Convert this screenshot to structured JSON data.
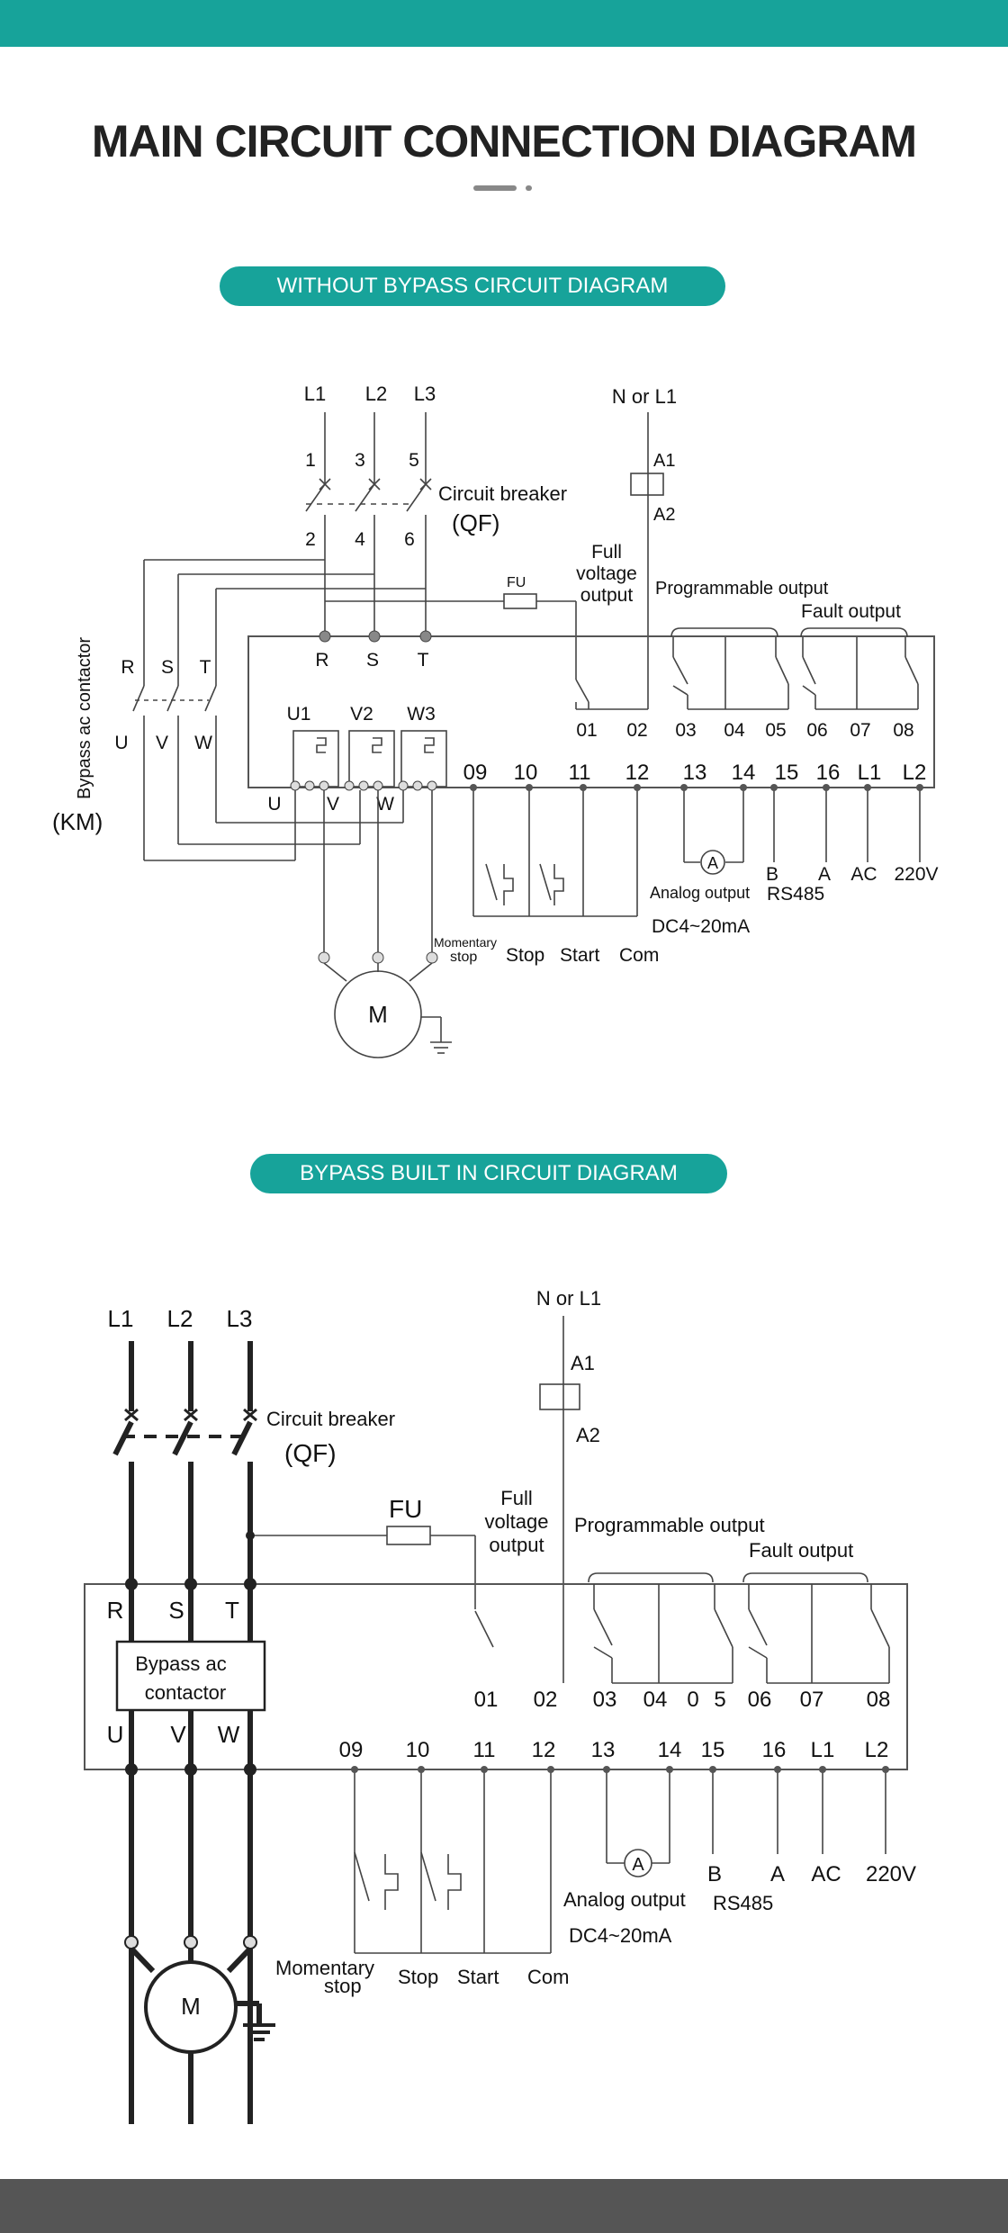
{
  "page": {
    "title": "MAIN CIRCUIT CONNECTION DIAGRAM",
    "colors": {
      "accent": "#17a39a",
      "footer": "#555555",
      "title": "#222222"
    }
  },
  "diagram1": {
    "heading": "WITHOUT BYPASS CIRCUIT DIAGRAM",
    "supply": [
      "L1",
      "L2",
      "L3"
    ],
    "breaker_terminals_top": [
      "1",
      "3",
      "5"
    ],
    "breaker_terminals_bottom": [
      "2",
      "4",
      "6"
    ],
    "breaker_label": "Circuit breaker",
    "breaker_code": "(QF)",
    "coil_supply": "N or L1",
    "coil_a1": "A1",
    "coil_a2": "A2",
    "fuse": "FU",
    "full_voltage": [
      "Full",
      "voltage",
      "output"
    ],
    "programmable": "Programmable output",
    "fault": "Fault output",
    "input_terminals": [
      "R",
      "S",
      "T"
    ],
    "output_terminals": [
      "U1",
      "V2",
      "W3"
    ],
    "motor_terminals": [
      "U",
      "V",
      "W"
    ],
    "bypass_terminals_top": [
      "R",
      "S",
      "T"
    ],
    "bypass_terminals_bottom": [
      "U",
      "V",
      "W"
    ],
    "bypass_label": "Bypass ac contactor",
    "bypass_code": "(KM)",
    "relay_terminals": [
      "01",
      "02",
      "03",
      "04",
      "05",
      "06",
      "07",
      "08"
    ],
    "control_terminals": [
      "09",
      "10",
      "11",
      "12",
      "13",
      "14",
      "15",
      "16",
      "L1",
      "L2"
    ],
    "meter": "A",
    "analog": "Analog output",
    "analog_range": "DC4~20mA",
    "rs485_b": "B",
    "rs485_a": "A",
    "rs485": "RS485",
    "ac": "AC",
    "voltage": "220V",
    "momentary": [
      "Momentary",
      "stop"
    ],
    "stop": "Stop",
    "start": "Start",
    "com": "Com",
    "motor": "M"
  },
  "diagram2": {
    "heading": "BYPASS BUILT IN CIRCUIT DIAGRAM",
    "supply": [
      "L1",
      "L2",
      "L3"
    ],
    "breaker_label": "Circuit breaker",
    "breaker_code": "(QF)",
    "coil_supply": "N or L1",
    "coil_a1": "A1",
    "coil_a2": "A2",
    "fuse": "FU",
    "full_voltage": [
      "Full",
      "voltage",
      "output"
    ],
    "programmable": "Programmable output",
    "fault": "Fault output",
    "input_terminals": [
      "R",
      "S",
      "T"
    ],
    "output_terminals": [
      "U",
      "V",
      "W"
    ],
    "bypass_box": [
      "Bypass ac",
      "contactor"
    ],
    "relay_terminals": [
      "01",
      "02",
      "03",
      "04",
      "0",
      "5",
      "06",
      "07",
      "08"
    ],
    "control_terminals": [
      "09",
      "10",
      "11",
      "12",
      "13",
      "14",
      "15",
      "16",
      "L1",
      "L2"
    ],
    "meter": "A",
    "analog": "Analog output",
    "analog_range": "DC4~20mA",
    "rs485_b": "B",
    "rs485_a": "A",
    "rs485": "RS485",
    "ac": "AC",
    "voltage": "220V",
    "momentary": [
      "Momentary",
      "stop"
    ],
    "stop": "Stop",
    "start": "Start",
    "com": "Com",
    "motor": "M"
  }
}
